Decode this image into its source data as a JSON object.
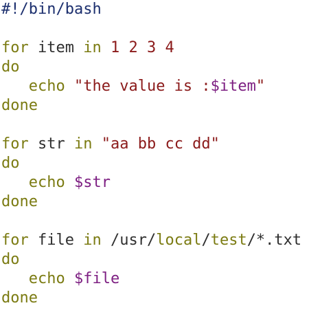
{
  "editor": {
    "lines": [
      [
        {
          "t": "#!/bin/bash",
          "c": "comment"
        }
      ],
      [],
      [
        {
          "t": "for",
          "c": "kw"
        },
        {
          "t": " item ",
          "c": "plain"
        },
        {
          "t": "in",
          "c": "kw"
        },
        {
          "t": " ",
          "c": "plain"
        },
        {
          "t": "1",
          "c": "num"
        },
        {
          "t": " ",
          "c": "plain"
        },
        {
          "t": "2",
          "c": "num"
        },
        {
          "t": " ",
          "c": "plain"
        },
        {
          "t": "3",
          "c": "num"
        },
        {
          "t": " ",
          "c": "plain"
        },
        {
          "t": "4",
          "c": "num"
        }
      ],
      [
        {
          "t": "do",
          "c": "kw"
        }
      ],
      [
        {
          "t": "   ",
          "c": "plain"
        },
        {
          "t": "echo",
          "c": "builtin"
        },
        {
          "t": " ",
          "c": "plain"
        },
        {
          "t": "\"the value is :",
          "c": "str"
        },
        {
          "t": "$item",
          "c": "var"
        },
        {
          "t": "\"",
          "c": "str"
        }
      ],
      [
        {
          "t": "done",
          "c": "kw"
        }
      ],
      [],
      [
        {
          "t": "for",
          "c": "kw"
        },
        {
          "t": " str ",
          "c": "plain"
        },
        {
          "t": "in",
          "c": "kw"
        },
        {
          "t": " ",
          "c": "plain"
        },
        {
          "t": "\"aa bb cc dd\"",
          "c": "str"
        }
      ],
      [
        {
          "t": "do",
          "c": "kw"
        }
      ],
      [
        {
          "t": "   ",
          "c": "plain"
        },
        {
          "t": "echo",
          "c": "builtin"
        },
        {
          "t": " ",
          "c": "plain"
        },
        {
          "t": "$str",
          "c": "var"
        }
      ],
      [
        {
          "t": "done",
          "c": "kw"
        }
      ],
      [],
      [
        {
          "t": "for",
          "c": "kw"
        },
        {
          "t": " file ",
          "c": "plain"
        },
        {
          "t": "in",
          "c": "kw"
        },
        {
          "t": " /usr/",
          "c": "plain"
        },
        {
          "t": "local",
          "c": "builtin"
        },
        {
          "t": "/",
          "c": "plain"
        },
        {
          "t": "test",
          "c": "builtin"
        },
        {
          "t": "/*.txt",
          "c": "plain"
        }
      ],
      [
        {
          "t": "do",
          "c": "kw"
        }
      ],
      [
        {
          "t": "   ",
          "c": "plain"
        },
        {
          "t": "echo",
          "c": "builtin"
        },
        {
          "t": " ",
          "c": "plain"
        },
        {
          "t": "$file",
          "c": "var"
        }
      ],
      [
        {
          "t": "done",
          "c": "kw"
        }
      ]
    ]
  }
}
